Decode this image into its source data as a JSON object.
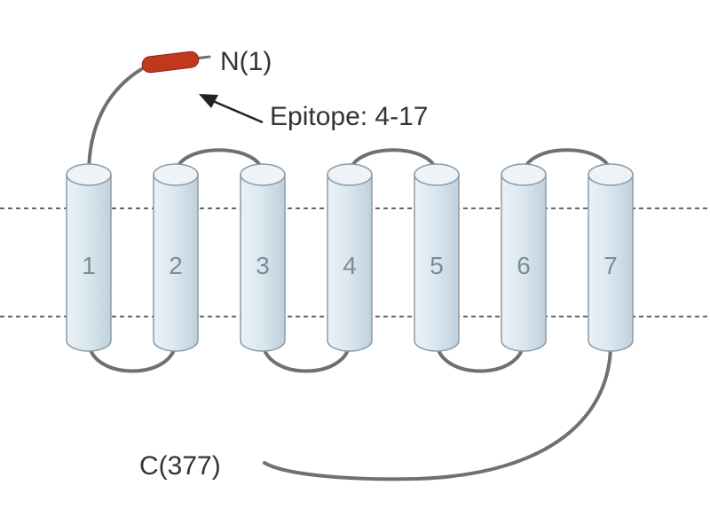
{
  "labels": {
    "n_terminus": "N(1)",
    "epitope": "Epitope: 4-17",
    "c_terminus": "C(377)"
  },
  "helices": [
    "1",
    "2",
    "3",
    "4",
    "5",
    "6",
    "7"
  ],
  "colors": {
    "helix_fill": "#dfe9f0",
    "helix_top": "#edf3f7",
    "helix_stroke": "#8d9ba6",
    "loop": "#707070",
    "epitope_tag": "#c0391e",
    "membrane_line": "#333333",
    "text": "#333333"
  }
}
